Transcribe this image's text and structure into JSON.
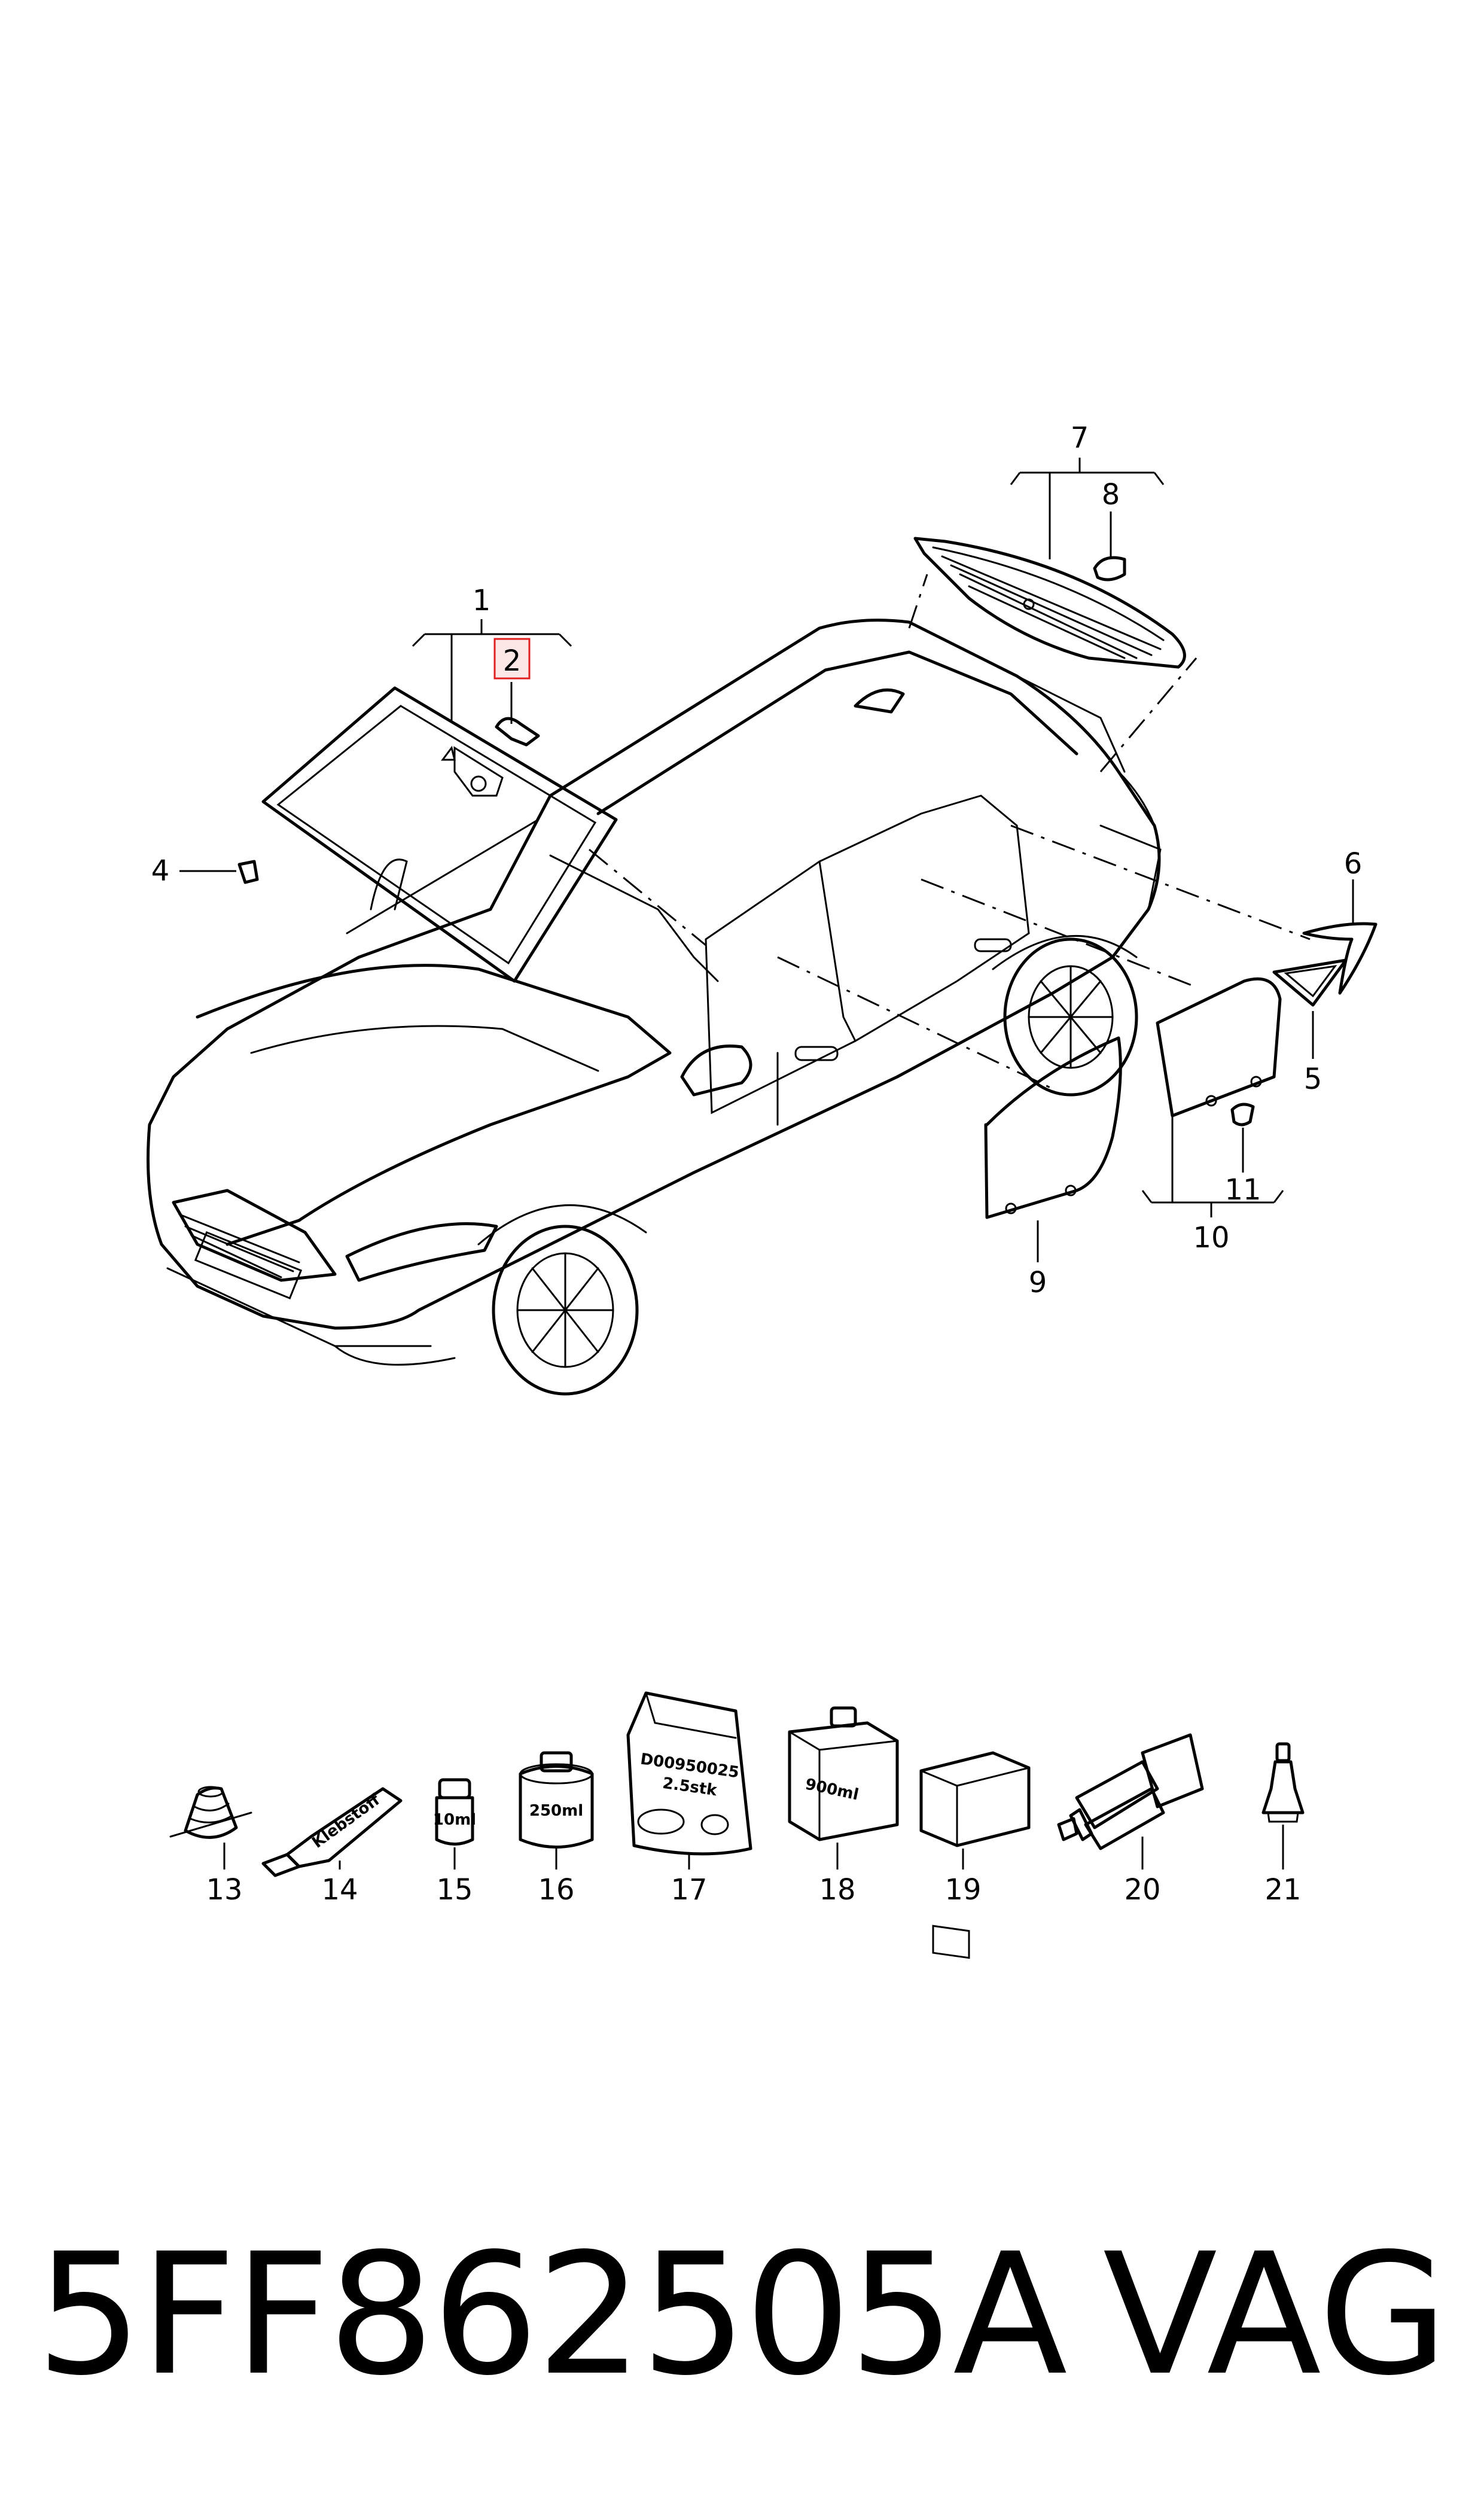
{
  "callouts": {
    "c1": "1",
    "c2": "2",
    "c4": "4",
    "c5": "5",
    "c6": "6",
    "c7": "7",
    "c8": "8",
    "c9": "9",
    "c10": "10",
    "c11": "11",
    "c13": "13",
    "c14": "14",
    "c15": "15",
    "c16": "16",
    "c17": "17",
    "c18": "18",
    "c19": "19",
    "c20": "20",
    "c21": "21"
  },
  "product_labels": {
    "tube": "Klebstoff",
    "bottle_small": "10ml",
    "can": "250ml",
    "pouch_code": "D00950025",
    "pouch_qty": "2.5stk",
    "cube": "900ml"
  },
  "highlight_color": "#e02020",
  "footer": {
    "part_number": "5FF862505A",
    "brand": "VAG"
  }
}
